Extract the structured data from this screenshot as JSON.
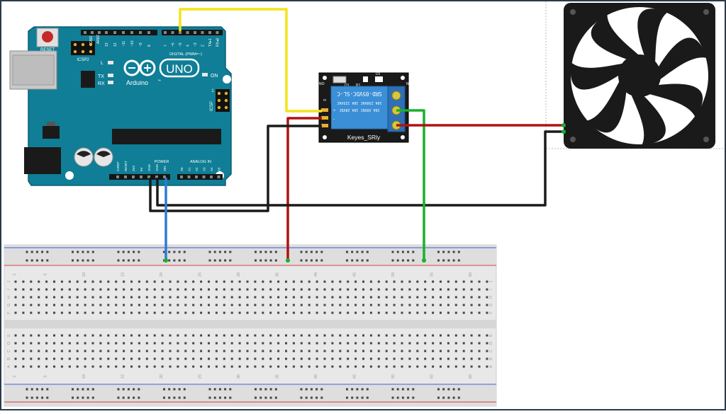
{
  "arduino": {
    "reset_label": "RESET",
    "icsp2_label": "ICSP2",
    "l_label": "L",
    "tx_label": "TX",
    "rx_label": "RX",
    "uno_label": "UNO",
    "brand_label": "Arduino",
    "trademark": "™",
    "on_label": "ON",
    "icsp_label": "ICSP",
    "icsp_number": "1",
    "digital_label": "DIGITAL (PWM=~)",
    "power_label": "POWER",
    "analog_label": "ANALOG IN",
    "aref_label": "AREF",
    "gnd_label": "GND",
    "digital_pins": [
      "13",
      "12",
      "~11",
      "~10",
      "~9",
      "8",
      "7",
      "~6",
      "~5",
      "4",
      "~3",
      "2",
      "TX▸1",
      "RX◂0"
    ],
    "power_pins": [
      "IOREF",
      "RESET",
      "3V3",
      "5V",
      "GND",
      "GND",
      "VIN"
    ],
    "analog_pins": [
      "A0",
      "A1",
      "A2",
      "A3",
      "A4",
      "A5"
    ]
  },
  "relay": {
    "name": "Keyes_SRly",
    "model": "SRD-05VDC-SL-C",
    "ratings": [
      "10A 250VAC 10A 125VAC",
      "10A 30VDC 10A 28VDC"
    ],
    "pin_labels": [
      "S",
      "+",
      "-"
    ],
    "no_label": "NO",
    "nc_label": "NC",
    "d1_label": "D1",
    "q1_label": "Q1",
    "r1_label": "R1"
  },
  "breadboard": {
    "column_numbers": [
      "1",
      "5",
      "10",
      "15",
      "20",
      "25",
      "30",
      "35",
      "40",
      "45",
      "50",
      "55",
      "60"
    ],
    "row_letters_top": [
      "J",
      "I",
      "H",
      "G",
      "F"
    ],
    "row_letters_bottom": [
      "E",
      "D",
      "C",
      "B",
      "A"
    ]
  },
  "colors": {
    "arduino_board": "#0f7e96",
    "relay_board": "#1a1a1a",
    "relay_body": "#3a8fd6",
    "wire_yellow": "#f2e41a",
    "wire_red": "#b01212",
    "wire_black": "#1a1a1a",
    "wire_blue": "#2f7bd2",
    "wire_green": "#1ab02a",
    "fan": "#1a1a1a",
    "breadboard": "#e8e8e8"
  }
}
